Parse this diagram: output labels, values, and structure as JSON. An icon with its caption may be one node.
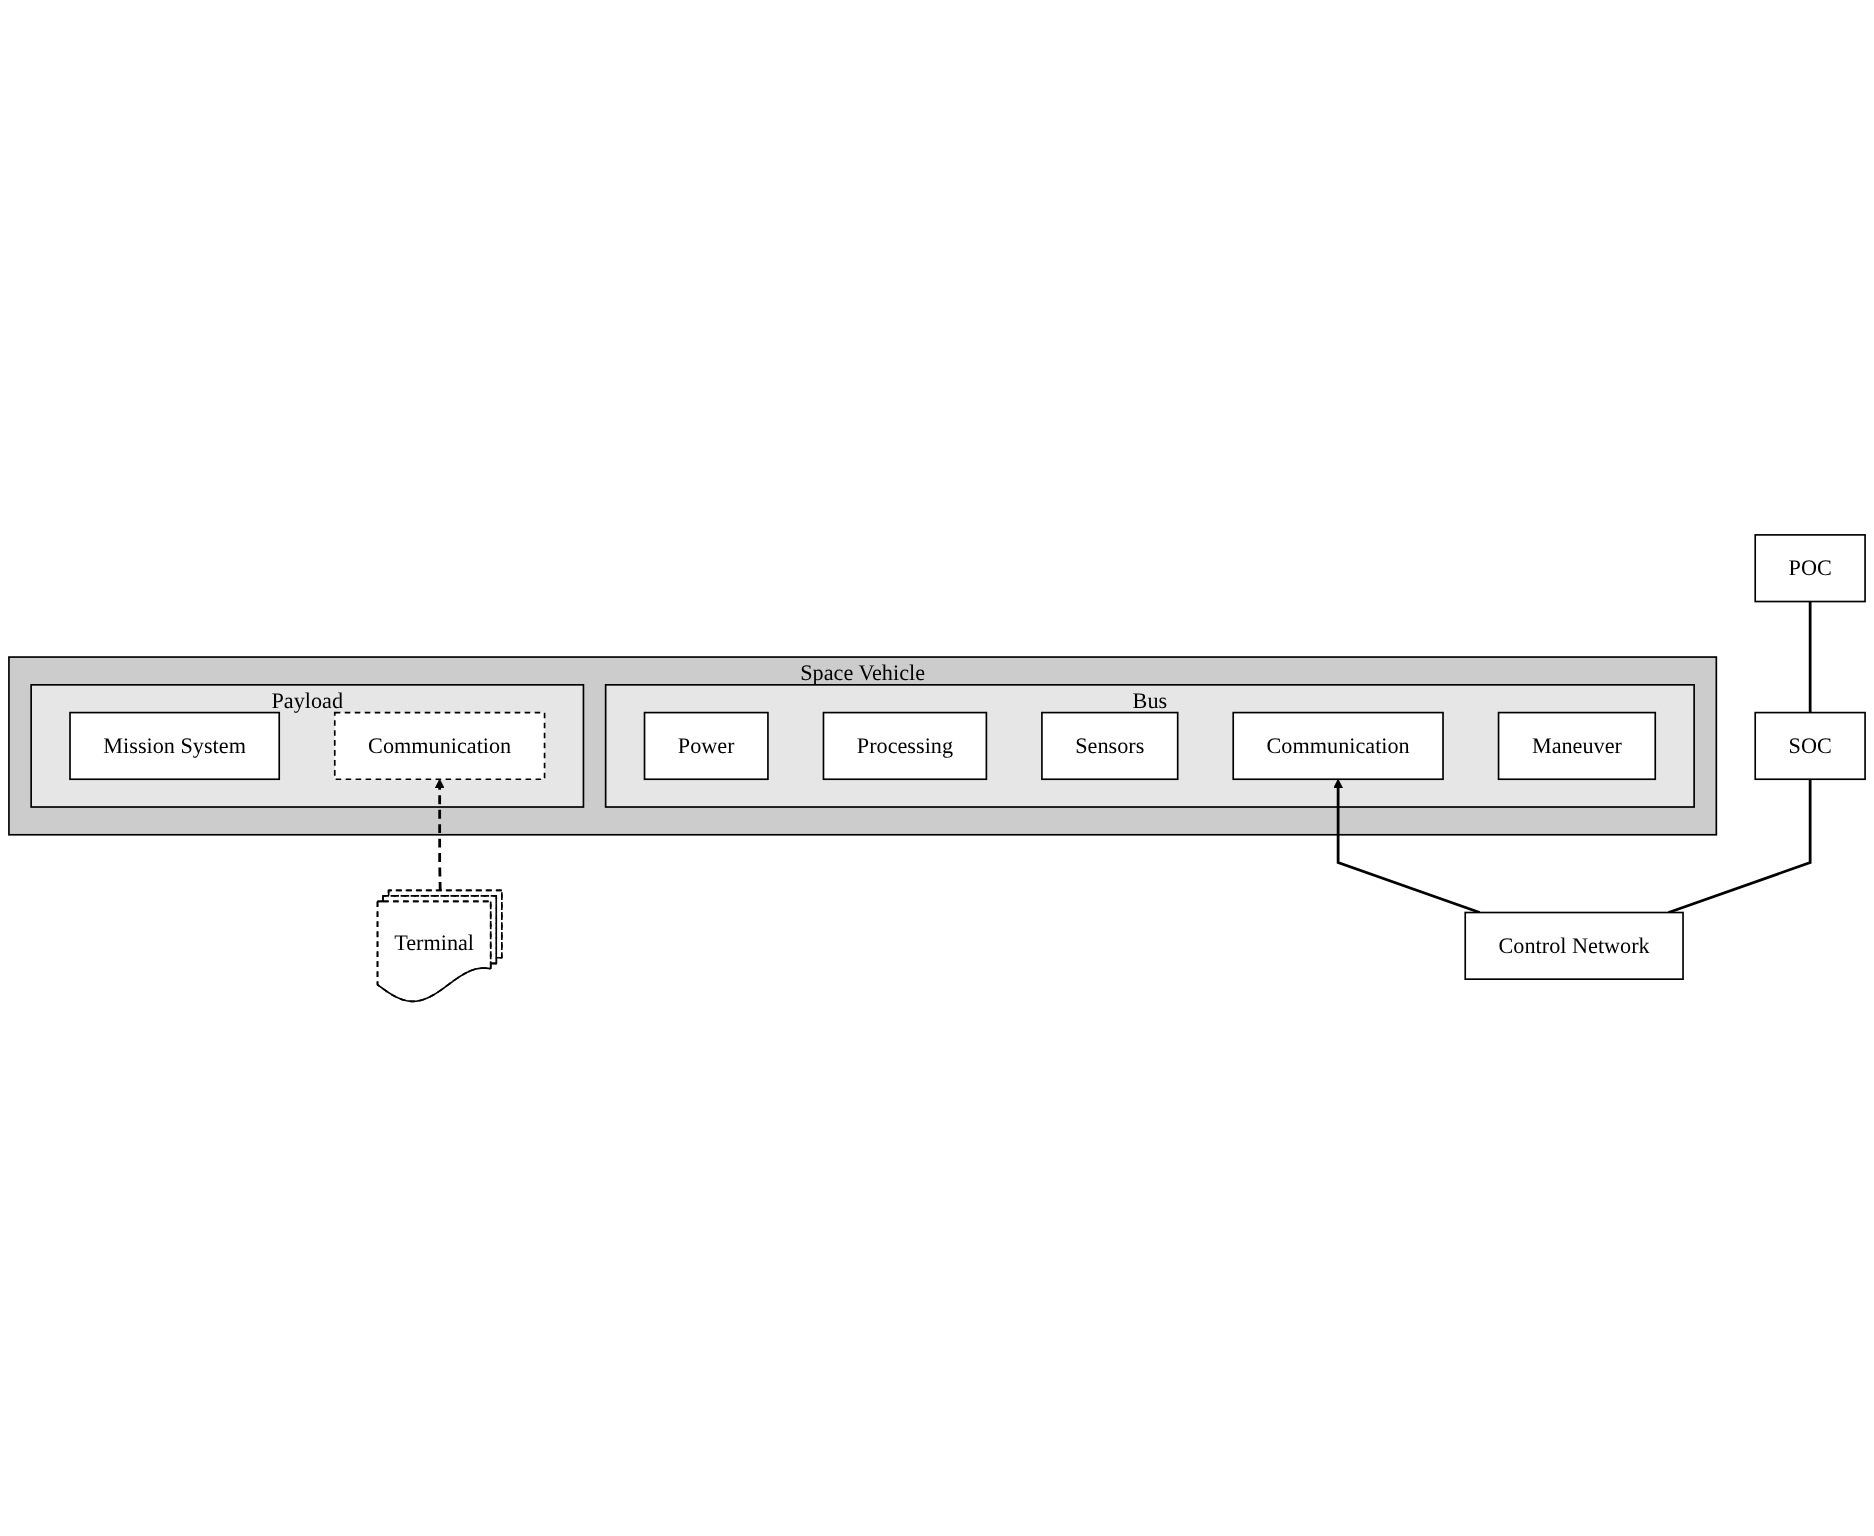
{
  "diagram": {
    "nodes": [
      {
        "text": [
          "Space Vehicle"
        ]
      },
      {
        "text": [
          "Bus"
        ],
        "in": 0
      },
      {
        "text": [
          "Power"
        ],
        "in": 1
      },
      {
        "text": [
          "Processing"
        ],
        "in": 1
      },
      {
        "text": [
          "Sensors"
        ],
        "in": 1
      },
      {
        "text": [
          "Communication"
        ],
        "in": 1
      },
      {
        "text": [
          "Maneuver"
        ],
        "in": 1
      },
      {
        "text": [
          "Payload"
        ],
        "in": 0
      },
      {
        "text": [
          "Mission System"
        ],
        "in": 7
      },
      {
        "text": [
          "Communication"
        ],
        "in": 7
      },
      {
        "text": [
          "Control Network"
        ]
      },
      {
        "text": [
          "SOC"
        ]
      },
      {
        "text": [
          "POC"
        ]
      },
      {
        "text": [
          "Terminal"
        ]
      }
    ],
    "edges": [
      {
        "from": 10,
        "to": 5,
        "arrow": "to"
      },
      {
        "from": 13,
        "to": 9,
        "arrow": "to",
        "style": "dashed"
      },
      {
        "from": 10,
        "to": 11,
        "arrow": "none"
      },
      {
        "from": 11,
        "to": 12,
        "arrow": "none"
      }
    ]
  }
}
